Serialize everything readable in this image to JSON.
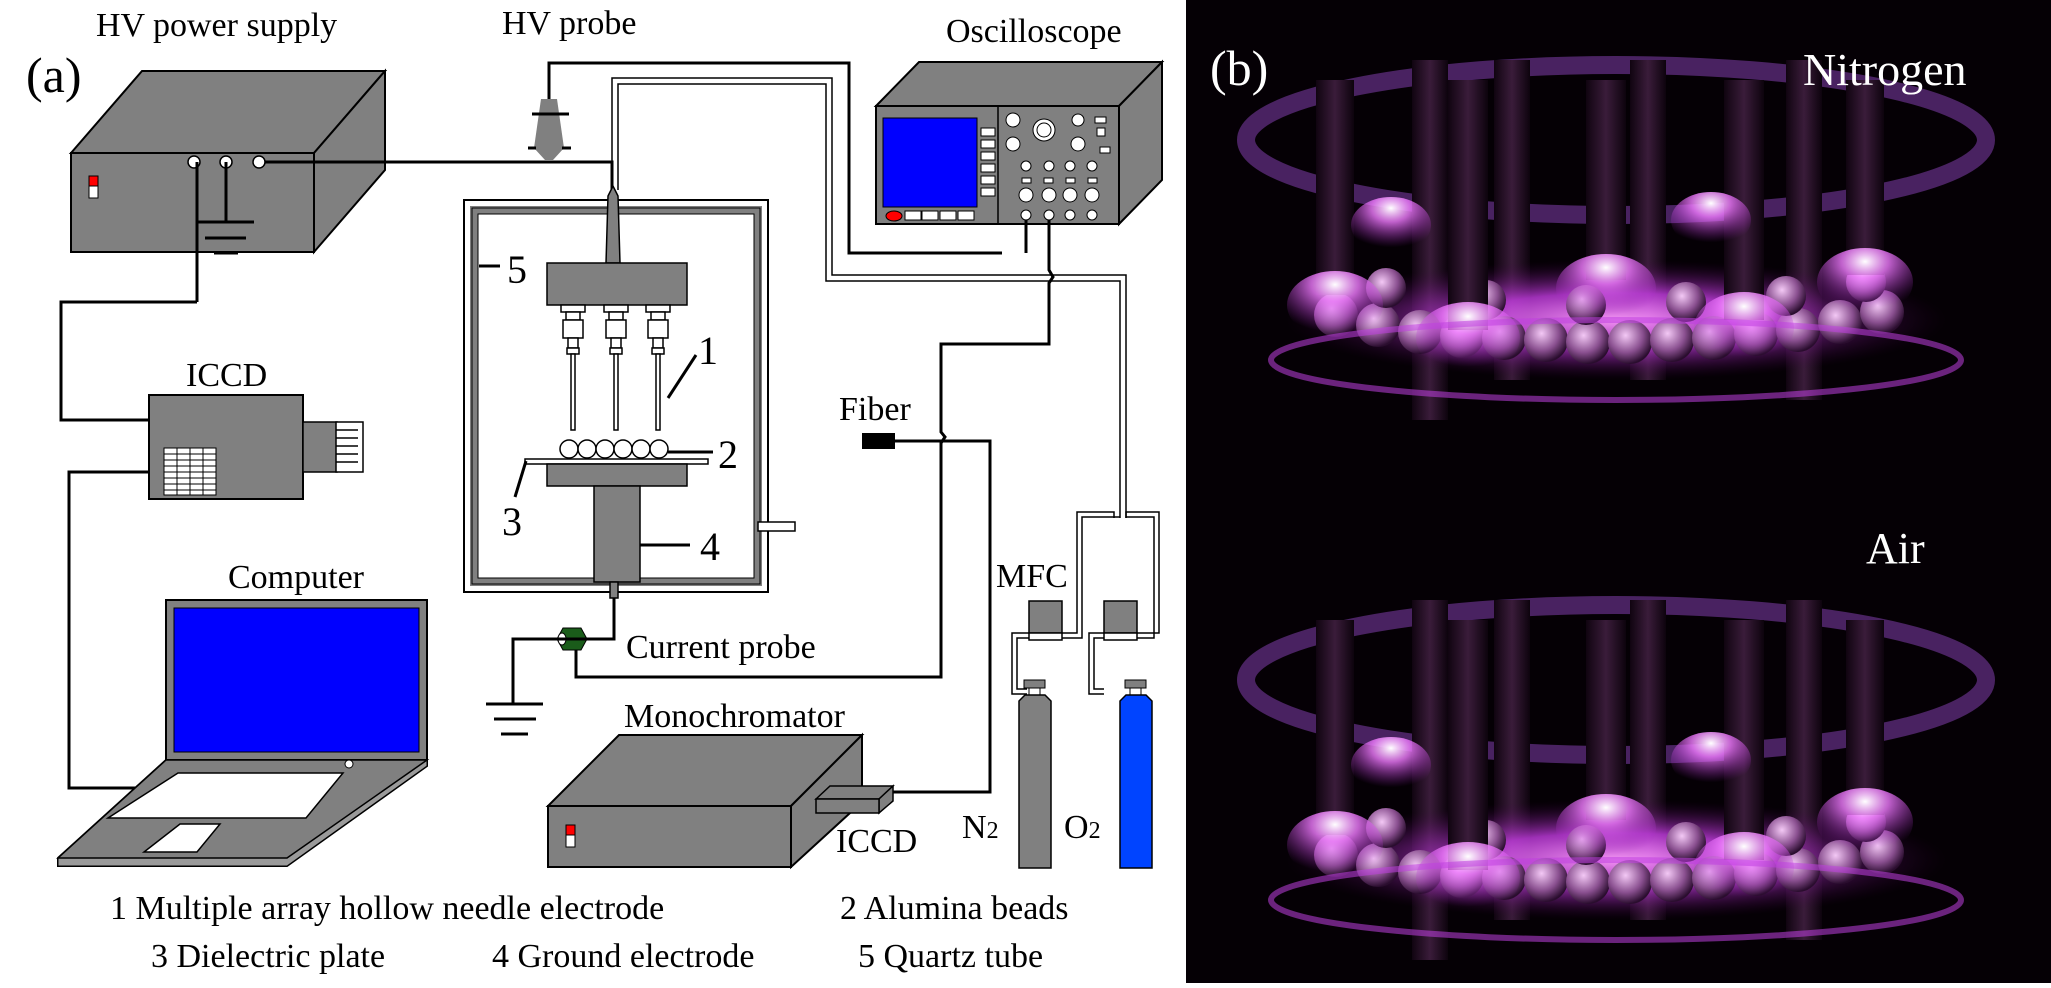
{
  "panel_a": {
    "panel_label": "(a)",
    "labels": {
      "hv_power_supply": "HV power supply",
      "hv_probe": "HV probe",
      "oscilloscope": "Oscilloscope",
      "iccd_camera": "ICCD",
      "computer": "Computer",
      "fiber": "Fiber",
      "current_probe": "Current probe",
      "monochromator": "Monochromator",
      "iccd_detector": "ICCD",
      "mfc": "MFC",
      "n2_main": "N",
      "n2_sub": "2",
      "o2_main": "O",
      "o2_sub": "2"
    },
    "part_numbers": {
      "needle": "1",
      "beads": "2",
      "plate": "3",
      "ground": "4",
      "tube": "5"
    },
    "legend": [
      {
        "number": "1",
        "text": "Multiple array hollow needle electrode"
      },
      {
        "number": "2",
        "text": "Alumina beads"
      },
      {
        "number": "3",
        "text": "Dielectric plate"
      },
      {
        "number": "4",
        "text": "Ground electrode"
      },
      {
        "number": "5",
        "text": "Quartz tube"
      }
    ],
    "legend_lines": {
      "line1_left": "1 Multiple array hollow needle electrode",
      "line1_right": "2 Alumina beads",
      "line2_a": "3 Dielectric plate",
      "line2_b": "4 Ground electrode",
      "line2_c": "5 Quartz tube"
    },
    "colors": {
      "device_gray": "#808080",
      "screen_blue": "#0000ff",
      "o2_cylinder_blue": "#0044ff",
      "indicator_red": "#ff0000",
      "probe_green": "#1a5c1a"
    }
  },
  "panel_b": {
    "panel_label": "(b)",
    "photos": [
      {
        "gas": "Nitrogen"
      },
      {
        "gas": "Air"
      }
    ],
    "colors": {
      "plasma_glow": "#e060ff",
      "background": "#000000"
    }
  }
}
